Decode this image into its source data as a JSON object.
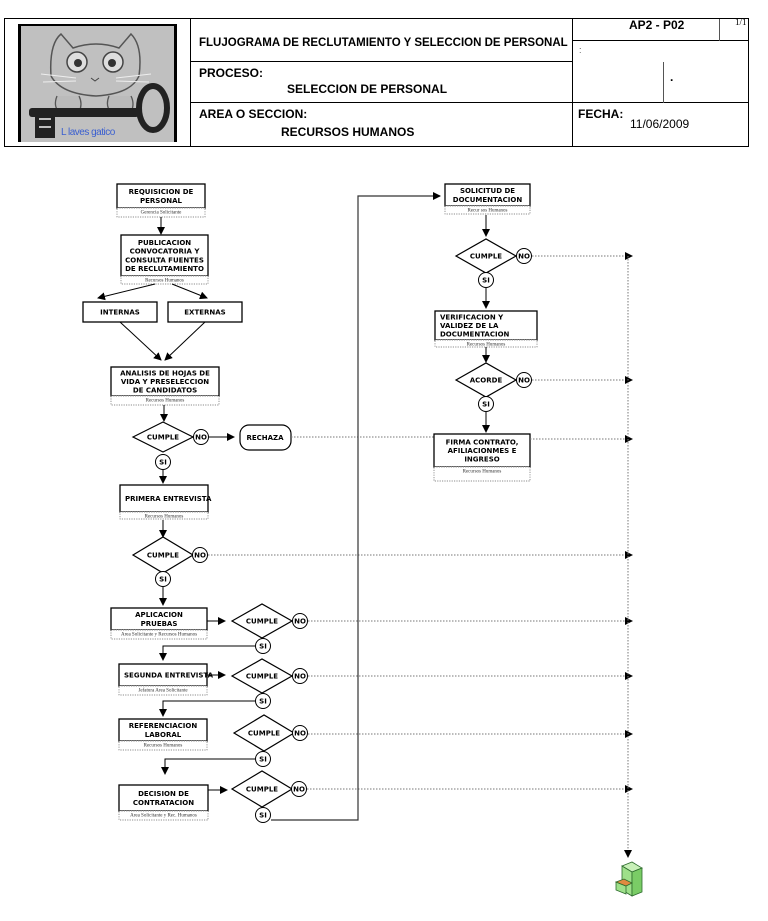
{
  "header": {
    "logo_text": "L laves gatico",
    "title": "FLUJOGRAMA DE RECLUTAMIENTO Y SELECCION  DE PERSONAL",
    "process_label": "PROCESO:",
    "process_value": "SELECCION DE PERSONAL",
    "area_label": "AREA O SECCION:",
    "area_value": "RECURSOS HUMANOS",
    "code": "AP2 - P02",
    "page": "1/1",
    "colon": ":",
    "dot": ".",
    "date_label": "FECHA:",
    "date_value": "11/06/2009"
  },
  "flow": {
    "left_column": [
      {
        "id": "requisicion",
        "lines": [
          "REQUISICION DE",
          "PERSONAL"
        ],
        "responsible": "Gerencia Solicitante"
      },
      {
        "id": "publicacion",
        "lines": [
          "PUBLICACION",
          "CONVOCATORIA Y",
          "CONSULTA FUENTES",
          "DE RECLUTAMIENTO"
        ],
        "responsible": "Recursos Humanos"
      },
      {
        "id": "internas",
        "lines": [
          "INTERNAS"
        ]
      },
      {
        "id": "externas",
        "lines": [
          "EXTERNAS"
        ]
      },
      {
        "id": "analisis",
        "lines": [
          "ANALISIS DE HOJAS DE",
          "VIDA Y PRESELECCION",
          "DE CANDIDATOS"
        ],
        "responsible": "Recursos Humanos"
      },
      {
        "id": "rechaza",
        "lines": [
          "RECHAZA"
        ]
      },
      {
        "id": "primera",
        "lines": [
          "PRIMERA ENTREVISTA"
        ],
        "responsible": "Recursos  Humanos"
      },
      {
        "id": "aplicacion",
        "lines": [
          "APLICACION",
          "PRUEBAS"
        ],
        "responsible": "Area Solicitante y Recursos Humanos"
      },
      {
        "id": "segunda",
        "lines": [
          "SEGUNDA ENTREVISTA"
        ],
        "responsible": "Jefatura  Area Solicitante"
      },
      {
        "id": "referencia",
        "lines": [
          "REFERENCIACION",
          "LABORAL"
        ],
        "responsible": "Recursos Humanos"
      },
      {
        "id": "decision",
        "lines": [
          "DECISION DE",
          "CONTRATACION"
        ],
        "responsible": "Area Solicitante y Rec. Humanos"
      }
    ],
    "right_column": [
      {
        "id": "solicitud",
        "lines": [
          "SOLICITUD DE",
          "DOCUMENTACION"
        ],
        "responsible": "Recur sos Humanos"
      },
      {
        "id": "verificacion",
        "lines": [
          "VERIFICACION Y",
          "VALIDEZ DE LA",
          "DOCUMENTACION"
        ],
        "responsible": "Recursos Humanos"
      },
      {
        "id": "firma",
        "lines": [
          "FIRMA CONTRATO,",
          "AFILIACIONMES E",
          "INGRESO"
        ],
        "responsible": "Recursos Humanos"
      }
    ],
    "decisions": {
      "cumple": "CUMPLE",
      "acorde": "ACORDE",
      "yes": "SI",
      "no": "NO"
    },
    "archive_icon": "filing-cabinet-icon"
  }
}
